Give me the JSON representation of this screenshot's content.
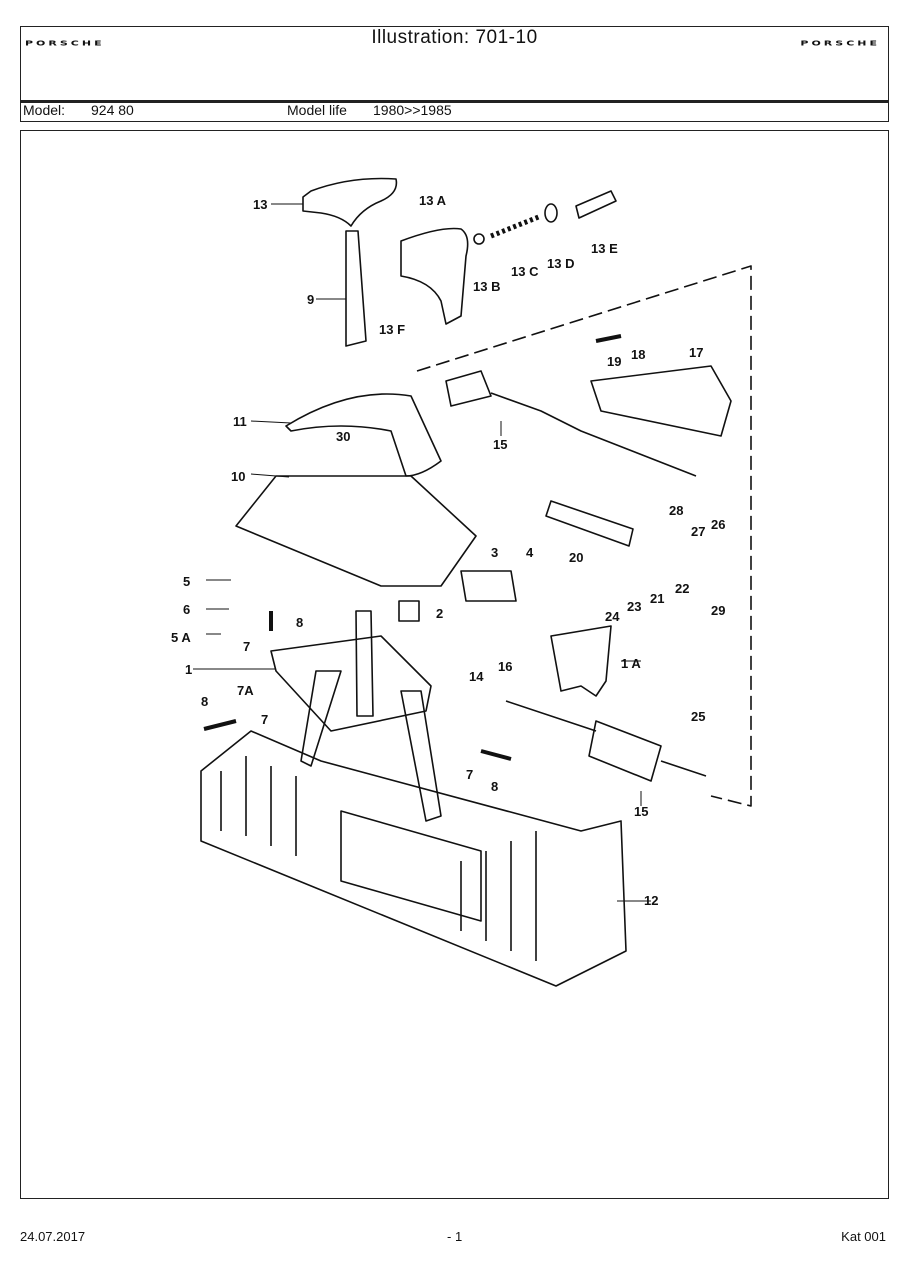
{
  "header": {
    "brand_left": "PORSCHE",
    "title": "Illustration: 701-10",
    "brand_right": "PORSCHE",
    "model_label": "Model:",
    "model_value": "924 80",
    "model_life_label": "Model life",
    "model_life_value": "1980>>1985"
  },
  "callouts": [
    "13",
    "13 A",
    "13 B",
    "13 C",
    "13 D",
    "13 E",
    "13 F",
    "9",
    "19",
    "18",
    "17",
    "11",
    "30",
    "15",
    "10",
    "28",
    "27",
    "26",
    "20",
    "3",
    "4",
    "5",
    "6",
    "2",
    "8",
    "5 A",
    "7",
    "1",
    "7A",
    "8",
    "7",
    "14",
    "16",
    "24",
    "23",
    "21",
    "22",
    "29",
    "1 A",
    "25",
    "7",
    "8",
    "15",
    "12"
  ],
  "footer": {
    "date": "24.07.2017",
    "page": "- 1",
    "catalog": "Kat 001"
  }
}
